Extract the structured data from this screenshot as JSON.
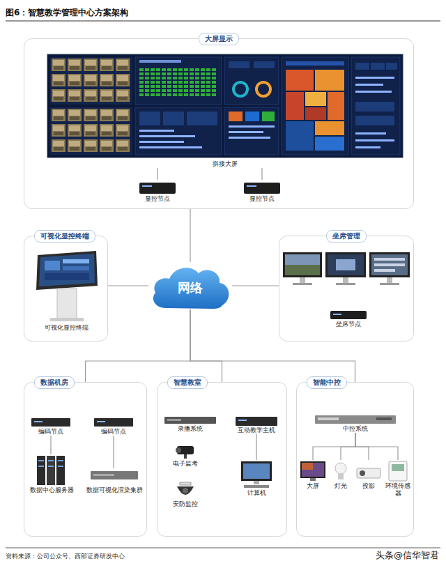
{
  "diagram": {
    "title": "图6：智慧教学管理中心方案架构",
    "caption": "资料来源：公司公众号、西部证券研发中心",
    "nodes": [
      {
        "text": [
          "大屏显示"
        ]
      },
      {
        "text": [
          "拼接大屏"
        ],
        "in": 0
      },
      {
        "text": [
          "显控节点"
        ],
        "in": 0
      },
      {
        "text": [
          "显控节点"
        ],
        "in": 0
      },
      {
        "text": [
          "可视化显控终端"
        ]
      },
      {
        "text": [
          "可视化显控终端"
        ],
        "in": 4
      },
      {
        "text": [
          "网络"
        ]
      },
      {
        "text": [
          "坐席管理"
        ]
      },
      {
        "text": [
          "坐席节点"
        ],
        "in": 7
      },
      {
        "text": [
          "数据机房"
        ]
      },
      {
        "text": [
          "编码节点"
        ],
        "in": 9
      },
      {
        "text": [
          "编码节点"
        ],
        "in": 9
      },
      {
        "text": [
          "数据中心服务器"
        ],
        "in": 9
      },
      {
        "text": [
          "数据可视化渲染集群"
        ],
        "in": 9
      },
      {
        "text": [
          "智慧教室"
        ]
      },
      {
        "text": [
          "录播系统"
        ],
        "in": 14
      },
      {
        "text": [
          "互动教学主机"
        ],
        "in": 14
      },
      {
        "text": [
          "电子监考"
        ],
        "in": 14
      },
      {
        "text": [
          "计算机"
        ],
        "in": 14
      },
      {
        "text": [
          "安防监控"
        ],
        "in": 14
      },
      {
        "text": [
          "智能中控"
        ]
      },
      {
        "text": [
          "中控系统"
        ],
        "in": 20
      },
      {
        "text": [
          "大屏"
        ],
        "in": 20
      },
      {
        "text": [
          "灯光"
        ],
        "in": 20
      },
      {
        "text": [
          "投影"
        ],
        "in": 20
      },
      {
        "text": [
          "环境传感器"
        ],
        "in": 20
      }
    ],
    "edges": [
      {
        "from": 0,
        "to": 6,
        "arrow": "none"
      },
      {
        "from": 6,
        "to": 4,
        "arrow": "none"
      },
      {
        "from": 6,
        "to": 7,
        "arrow": "none"
      },
      {
        "from": 6,
        "to": 9,
        "arrow": "none"
      },
      {
        "from": 6,
        "to": 14,
        "arrow": "none"
      },
      {
        "from": 6,
        "to": 20,
        "arrow": "none"
      },
      {
        "from": 1,
        "to": 2,
        "arrow": "none"
      },
      {
        "from": 1,
        "to": 3,
        "arrow": "none"
      },
      {
        "from": 10,
        "to": 12,
        "arrow": "none"
      },
      {
        "from": 11,
        "to": 13,
        "arrow": "none"
      },
      {
        "from": 16,
        "to": 18,
        "arrow": "none"
      },
      {
        "from": 21,
        "to": 22,
        "arrow": "none"
      },
      {
        "from": 21,
        "to": 23,
        "arrow": "none"
      },
      {
        "from": 21,
        "to": 24,
        "arrow": "none"
      },
      {
        "from": 21,
        "to": 25,
        "arrow": "none"
      }
    ],
    "labels": [
      "头条@信华智君"
    ]
  }
}
